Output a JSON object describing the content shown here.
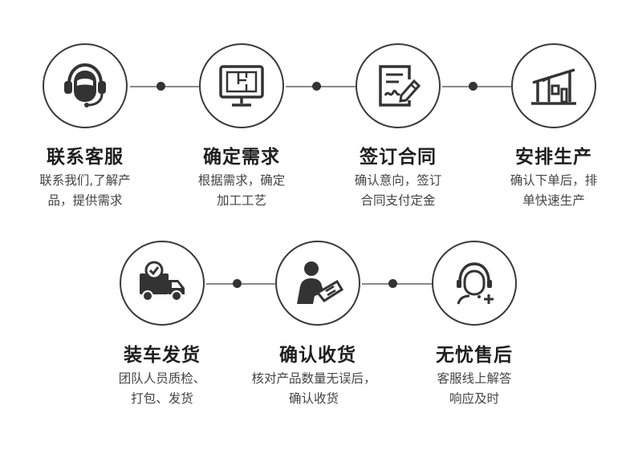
{
  "steps": [
    {
      "title": "联系客服",
      "desc": [
        "联系我们,了解产",
        "品，提供需求"
      ],
      "icon": "headset-icon"
    },
    {
      "title": "确定需求",
      "desc": [
        "根据需求，确定",
        "加工工艺"
      ],
      "icon": "blueprint-monitor-icon"
    },
    {
      "title": "签订合同",
      "desc": [
        "确认意向，签订",
        "合同支付定金"
      ],
      "icon": "contract-sign-icon"
    },
    {
      "title": "安排生产",
      "desc": [
        "确认下单后，排",
        "单快速生产"
      ],
      "icon": "factory-icon"
    },
    {
      "title": "装车发货",
      "desc": [
        "团队人员质检、",
        "打包、发货"
      ],
      "icon": "delivery-truck-icon"
    },
    {
      "title": "确认收货",
      "desc": [
        "核对产品数量无误后，",
        "确认收货"
      ],
      "icon": "person-checking-icon"
    },
    {
      "title": "无忧售后",
      "desc": [
        "客服线上解答",
        "响应及时"
      ],
      "icon": "customer-service-icon"
    }
  ],
  "colors": {
    "circle_border": "#3a3a3a",
    "dot": "#333333",
    "title": "#1e1e1e",
    "text": "#444444"
  }
}
